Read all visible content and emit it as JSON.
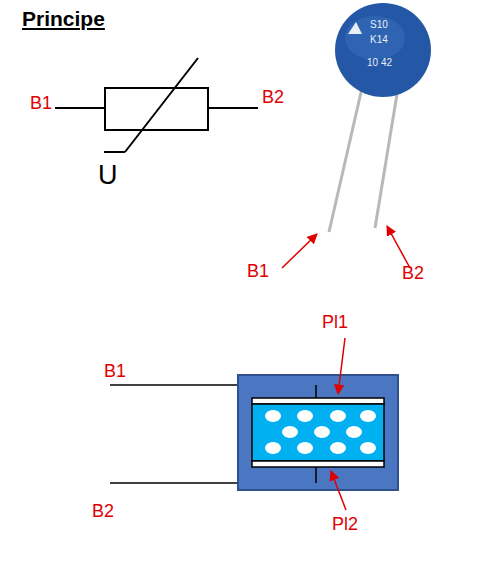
{
  "diagram": {
    "title": "Principe",
    "labels": [
      "B1",
      "B2",
      "U",
      "S10",
      "K14",
      "10 42",
      "B1",
      "B2",
      "Pl1",
      "B1",
      "B2",
      "Pl2"
    ]
  }
}
